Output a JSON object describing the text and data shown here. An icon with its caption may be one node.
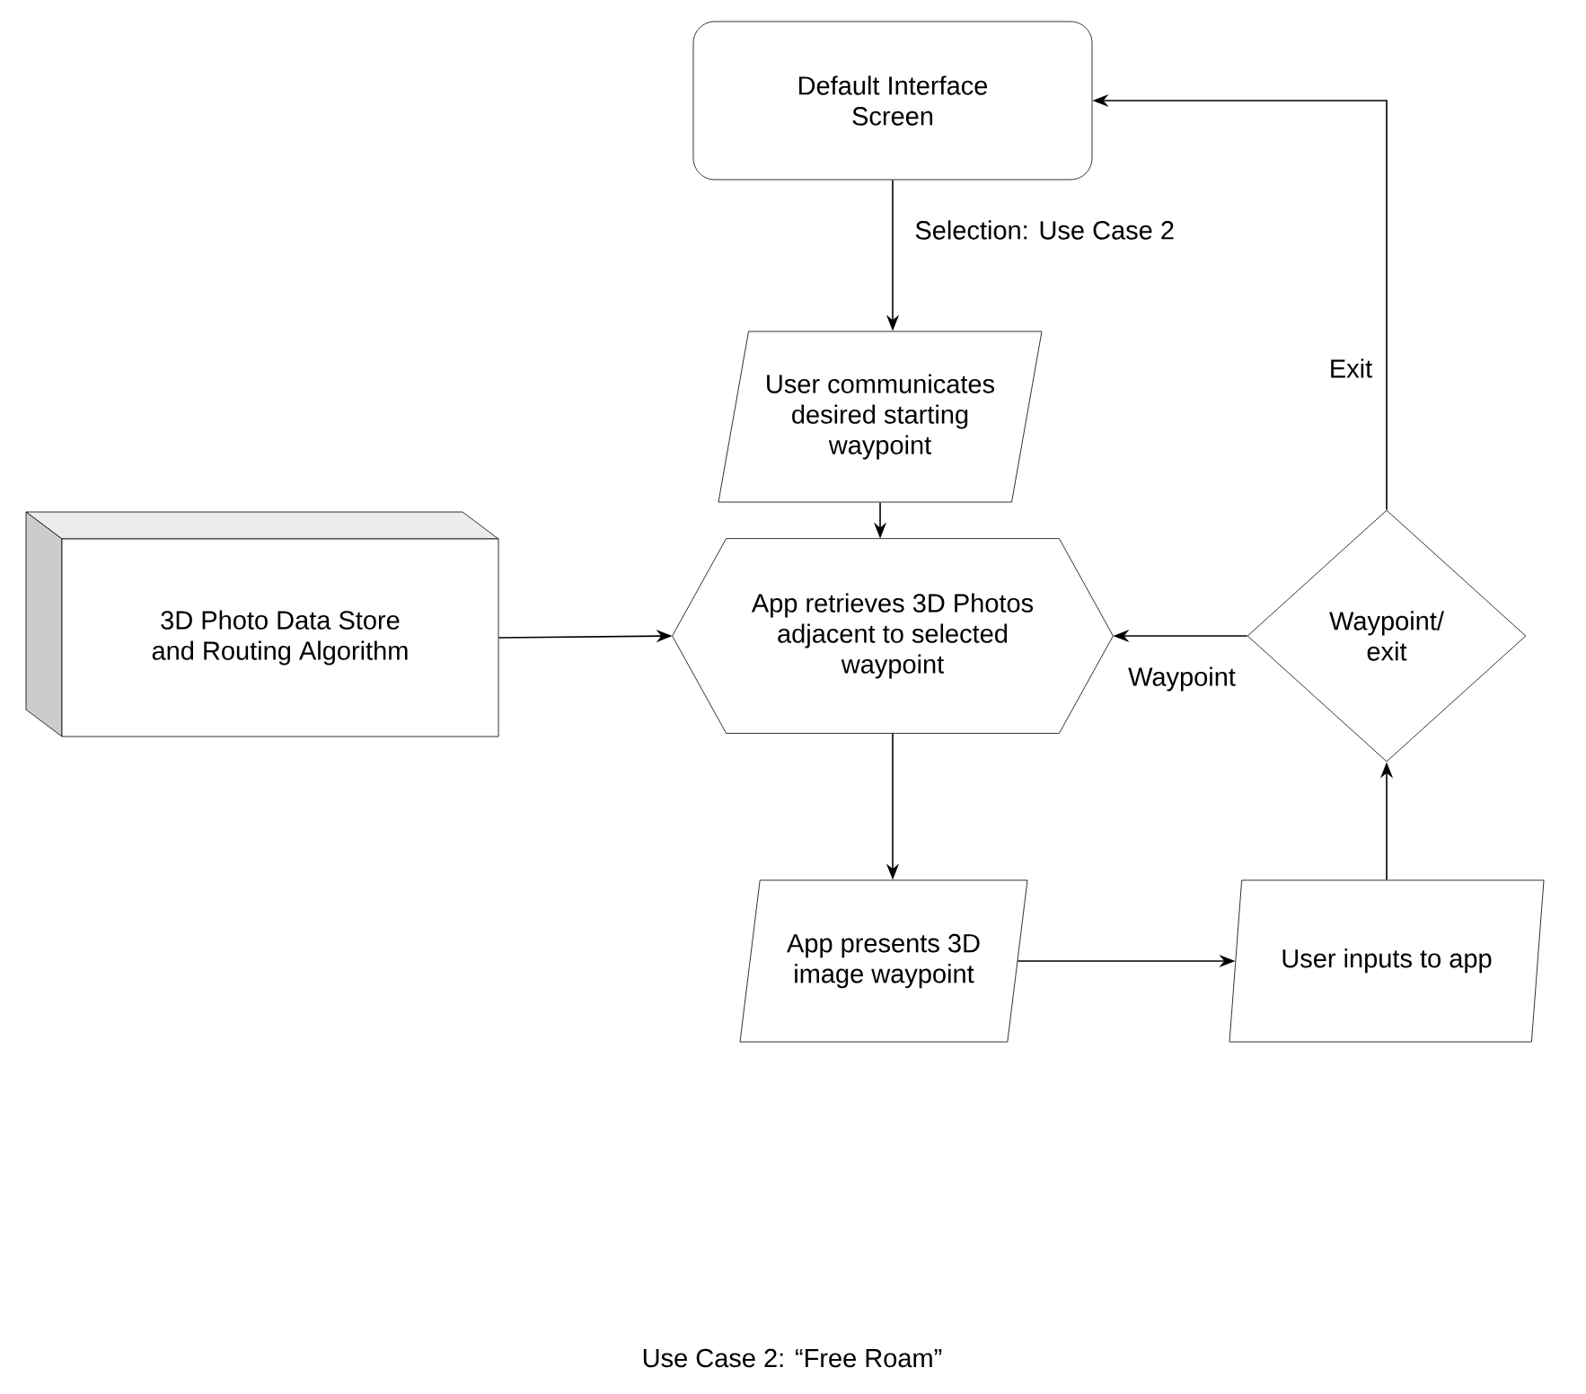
{
  "diagram": {
    "caption": "Use Case 2: “Free Roam”",
    "nodes": [
      {
        "text": [
          "Default Interface Screen"
        ]
      },
      {
        "text": [
          "User communicates desired starting waypoint"
        ]
      },
      {
        "text": [
          "App retrieves 3D Photos adjacent to selected waypoint"
        ]
      },
      {
        "text": [
          "3D Photo Data Store and Routing Algorithm"
        ]
      },
      {
        "text": [
          "Waypoint/ exit"
        ]
      },
      {
        "text": [
          "App presents 3D image waypoint"
        ]
      },
      {
        "text": [
          "User inputs to app"
        ]
      }
    ],
    "edges": [
      {
        "from": 0,
        "to": 1,
        "arrow": "to",
        "label": "Selection: Use Case 2"
      },
      {
        "from": 1,
        "to": 2,
        "arrow": "to"
      },
      {
        "from": 3,
        "to": 2,
        "arrow": "to"
      },
      {
        "from": 4,
        "to": 2,
        "arrow": "to",
        "label": "Waypoint"
      },
      {
        "from": 2,
        "to": 5,
        "arrow": "to"
      },
      {
        "from": 5,
        "to": 6,
        "arrow": "to"
      },
      {
        "from": 6,
        "to": 4,
        "arrow": "to"
      },
      {
        "from": 4,
        "to": 0,
        "arrow": "to",
        "label": "Exit"
      }
    ]
  }
}
